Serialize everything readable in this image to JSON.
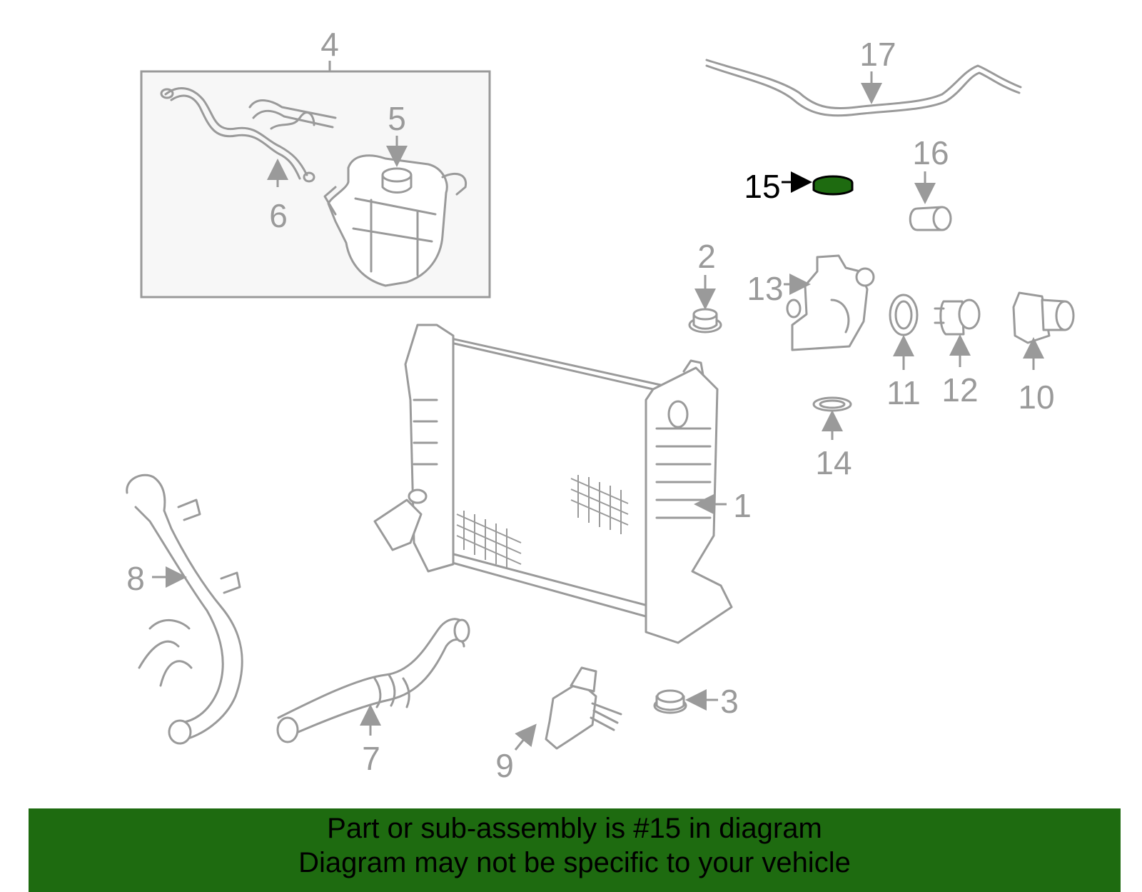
{
  "diagram": {
    "highlight_part": "15",
    "highlight_color": "#1e6b10",
    "callouts": {
      "p1": "1",
      "p2": "2",
      "p3": "3",
      "p4": "4",
      "p5": "5",
      "p6": "6",
      "p7": "7",
      "p8": "8",
      "p9": "9",
      "p10": "10",
      "p11": "11",
      "p12": "12",
      "p13": "13",
      "p14": "14",
      "p15": "15",
      "p16": "16",
      "p17": "17"
    }
  },
  "banner": {
    "line1": "Part or sub-assembly is #15 in diagram",
    "line2": "Diagram may not be specific to your vehicle",
    "background": "#1e6b10"
  }
}
